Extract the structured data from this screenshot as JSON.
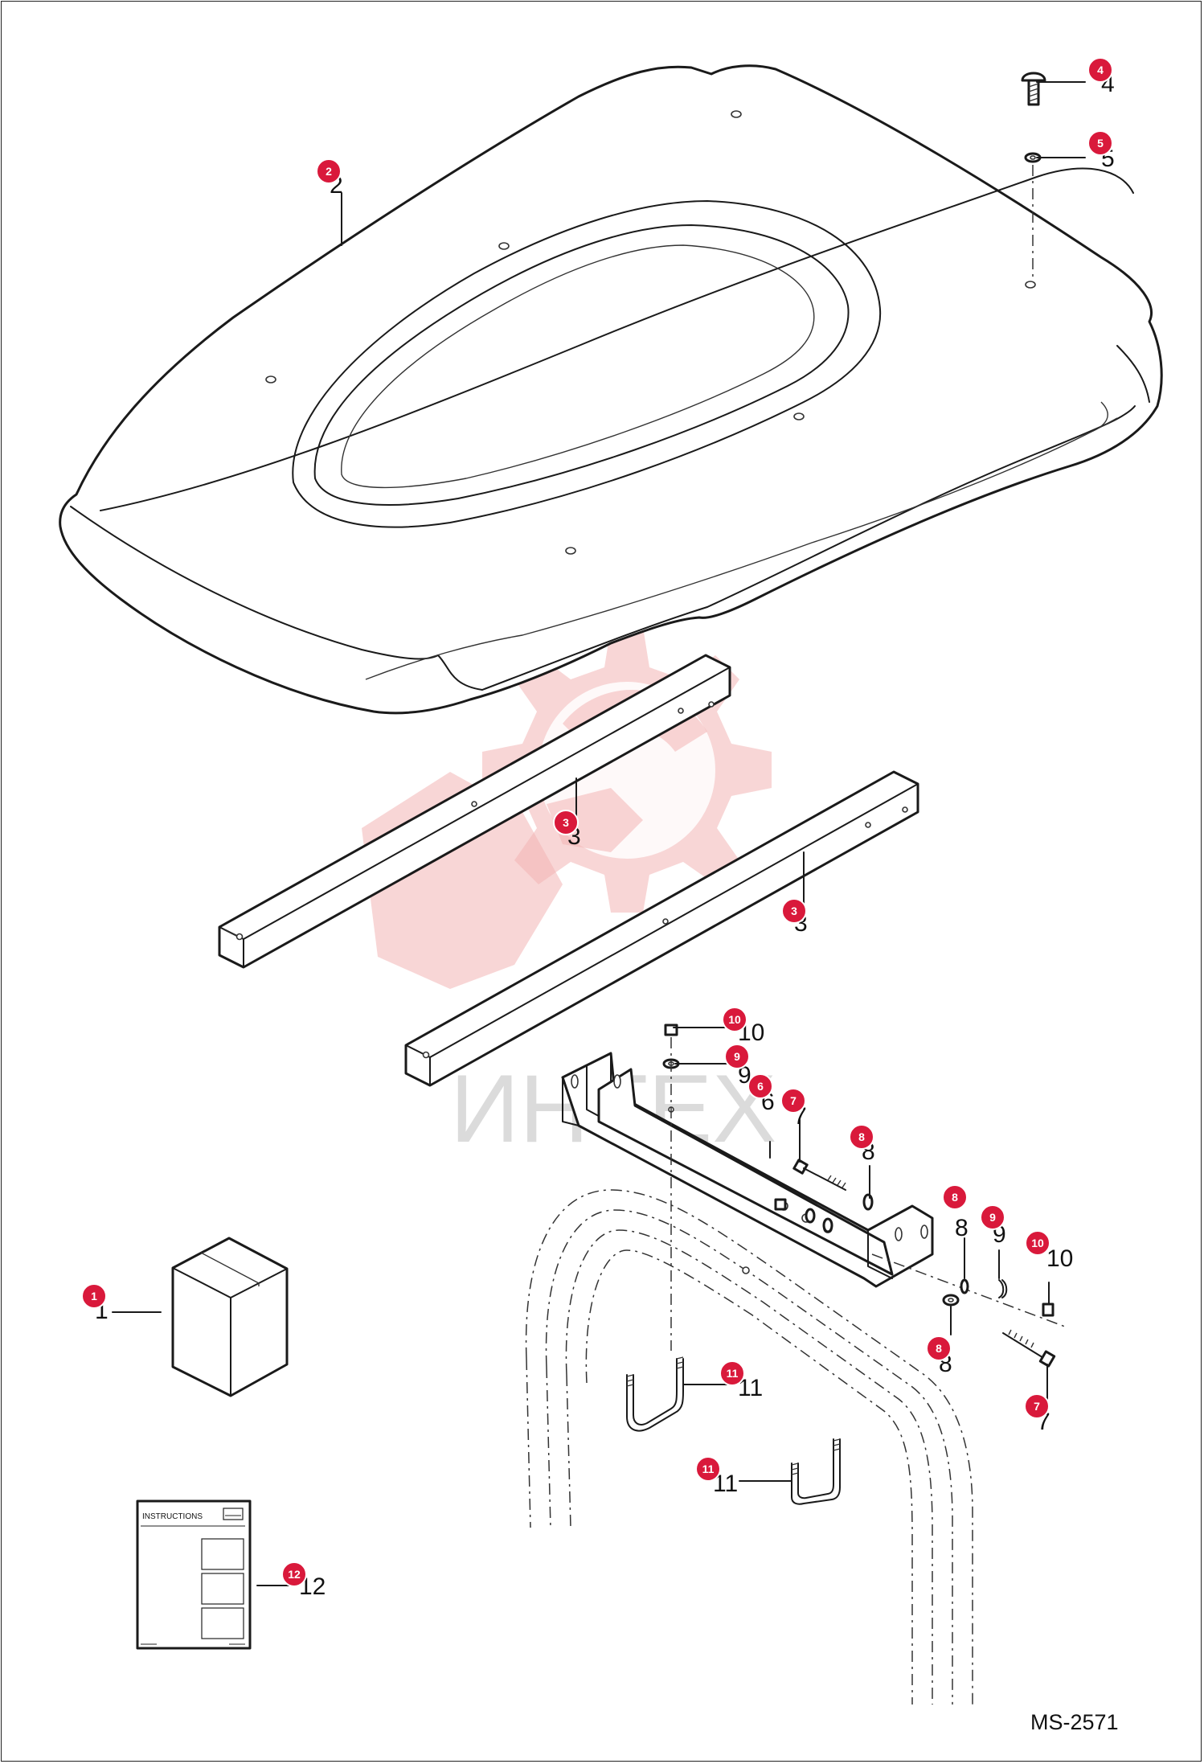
{
  "drawing_number": "MS-2571",
  "watermark_text": "ИНТЕХ",
  "instructions_label": "INSTRUCTIONS",
  "colors": {
    "badge": "#d9193b",
    "watermark": "#f3b5b5",
    "line": "#1a1a1a"
  },
  "callouts": [
    {
      "id": "c1",
      "badge": "1",
      "label": "1"
    },
    {
      "id": "c2",
      "badge": "2",
      "label": "2"
    },
    {
      "id": "c3a",
      "badge": "3",
      "label": "3"
    },
    {
      "id": "c3b",
      "badge": "3",
      "label": "3"
    },
    {
      "id": "c4",
      "badge": "4",
      "label": "4"
    },
    {
      "id": "c5",
      "badge": "5",
      "label": "5"
    },
    {
      "id": "c6",
      "badge": "6",
      "label": "6"
    },
    {
      "id": "c7a",
      "badge": "7",
      "label": "7"
    },
    {
      "id": "c7b",
      "badge": "7",
      "label": "7"
    },
    {
      "id": "c8a",
      "badge": "8",
      "label": "8"
    },
    {
      "id": "c8b",
      "badge": "8",
      "label": "8"
    },
    {
      "id": "c8c",
      "badge": "8",
      "label": "8"
    },
    {
      "id": "c9a",
      "badge": "9",
      "label": "9"
    },
    {
      "id": "c9b",
      "badge": "9",
      "label": "9"
    },
    {
      "id": "c10a",
      "badge": "10",
      "label": "10"
    },
    {
      "id": "c10b",
      "badge": "10",
      "label": "10"
    },
    {
      "id": "c11a",
      "badge": "11",
      "label": "11"
    },
    {
      "id": "c11b",
      "badge": "11",
      "label": "11"
    },
    {
      "id": "c12",
      "badge": "12",
      "label": "12"
    }
  ]
}
